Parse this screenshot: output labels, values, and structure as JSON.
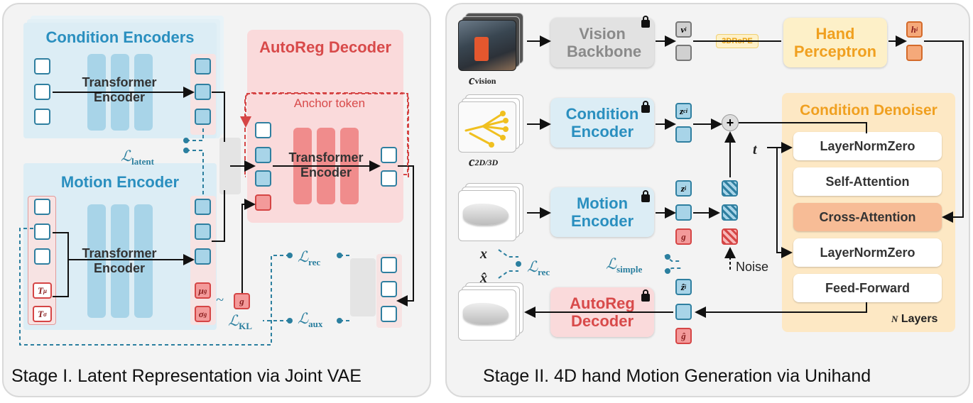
{
  "stage1": {
    "title": "Stage I. Latent Representation via Joint VAE",
    "condition_encoders": "Condition Encoders",
    "motion_encoder": "Motion Encoder",
    "transformer_encoder": "Transformer Encoder",
    "autoreg_decoder": "AutoReg Decoder",
    "anchor_token": "Anchor token",
    "t_mu": "T",
    "t_mu_sub": "μ",
    "t_sigma": "T",
    "t_sigma_sub": "σ",
    "mu_g": "μ",
    "mu_g_sub": "g",
    "sigma_g": "σ",
    "sigma_g_sub": "g",
    "g": "g",
    "tilde": "~",
    "l_latent": "ℒ",
    "l_latent_sub": "latent",
    "l_rec": "ℒ",
    "l_rec_sub": "rec",
    "l_aux": "ℒ",
    "l_aux_sub": "aux",
    "l_kl": "ℒ",
    "l_kl_sub": "KL"
  },
  "stage2": {
    "title": "Stage II. 4D hand Motion Generation via Unihand",
    "vision_backbone": "Vision Backbone",
    "v_i": "v",
    "v_i_sup": "i",
    "rope": "3DRoPE",
    "hand_perceptron": "Hand Perceptron",
    "h_i": "h",
    "h_i_sup": "i",
    "c_vision": "c",
    "c_vision_sub": "vision",
    "c_2d3d": "c",
    "c_2d3d_sub": "2D/3D",
    "condition_encoder": "Condition Encoder",
    "z_c": "z",
    "z_c_sub": "c",
    "z_c_sup": "i",
    "plus": "+",
    "motion_encoder": "Motion Encoder",
    "z_i": "z",
    "z_i_sup": "i",
    "g": "g",
    "noise": "Noise",
    "x": "x",
    "x_hat": "x̂",
    "l_rec": "ℒ",
    "l_rec_sub": "rec",
    "l_simple": "ℒ",
    "l_simple_sub": "simple",
    "z_hat": "ẑ",
    "z_hat_sup": "i",
    "g_hat": "ĝ",
    "autoreg_decoder": "AutoReg Decoder",
    "condition_denoiser": "Condition Denoiser",
    "t": "t",
    "layers": [
      "LayerNormZero",
      "Self-Attention",
      "Cross-Attention",
      "LayerNormZero",
      "Feed-Forward"
    ],
    "n": "N",
    "n_layers": "Layers"
  },
  "colors": {
    "blue_text": "#2a8fbf",
    "red_text": "#d84a4a",
    "orange_text": "#f0a020",
    "condition_bg": "#dcedf5",
    "autoreg_bg": "#fadadb",
    "denoiser_bg": "#fde8c4"
  }
}
